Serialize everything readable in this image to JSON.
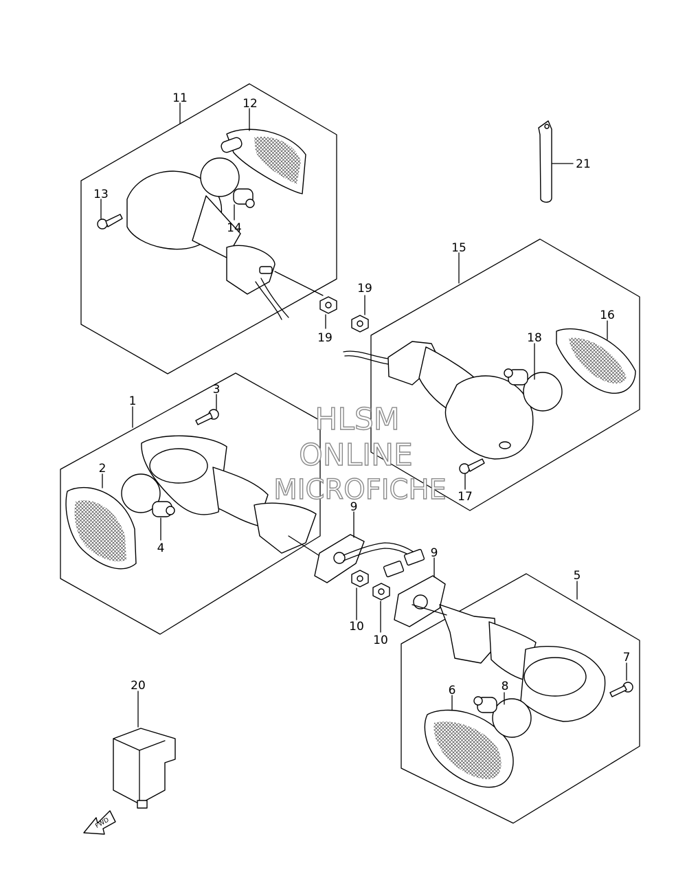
{
  "watermark": {
    "line1": "HLSM",
    "line2": "ONLINE",
    "line3": "MICROFICHE"
  },
  "fwd_label": "FWD",
  "callouts": {
    "c1": "1",
    "c2": "2",
    "c3": "3",
    "c4": "4",
    "c5": "5",
    "c6": "6",
    "c7": "7",
    "c8": "8",
    "c9a": "9",
    "c9b": "9",
    "c10a": "10",
    "c10b": "10",
    "c11": "11",
    "c12": "12",
    "c13": "13",
    "c14": "14",
    "c15": "15",
    "c16": "16",
    "c17": "17",
    "c18": "18",
    "c19a": "19",
    "c19b": "19",
    "c20": "20",
    "c21": "21"
  }
}
